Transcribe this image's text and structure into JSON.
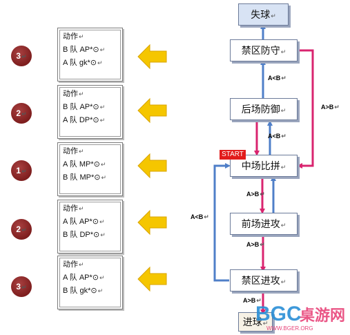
{
  "plays": [
    {
      "badge": "3",
      "title": "动作",
      "line1": "B 队 AP*⊙",
      "line2": "A 队 gk*⊙"
    },
    {
      "badge": "2",
      "title": "动作",
      "line1": "B 队 AP*⊙",
      "line2": "A 队 DP*⊙"
    },
    {
      "badge": "1",
      "title": "动作",
      "line1": "A 队 MP*⊙",
      "line2": "B 队 MP*⊙"
    },
    {
      "badge": "2",
      "title": "动作",
      "line1": "A 队 AP*⊙",
      "line2": "B 队 DP*⊙"
    },
    {
      "badge": "3",
      "title": "动作",
      "line1": "A 队 AP*⊙",
      "line2": "B 队 gk*⊙"
    }
  ],
  "paragraph_mark": "↵",
  "flow": {
    "start": "START",
    "nodes": {
      "lose": "失球",
      "box_def": "禁区防守",
      "back_def": "后场防御",
      "mid": "中场比拼",
      "front_att": "前场进攻",
      "box_att": "禁区进攻",
      "goal": "进球"
    },
    "edges": {
      "a_lt_b_1": "A<B",
      "a_lt_b_2": "A<B",
      "a_gt_b_right": "A>B",
      "a_gt_b_1": "A>B",
      "a_gt_b_2": "A>B",
      "a_gt_b_3": "A>B",
      "a_lt_b_left": "A<B"
    }
  },
  "watermark": {
    "brand": "BGC桌游网",
    "url": "WWW.BGER.ORG"
  },
  "colors": {
    "blue": "#4f7fc8",
    "pink": "#d9246f",
    "badge": "#8a2a2a",
    "arrow": "#f5c600"
  }
}
